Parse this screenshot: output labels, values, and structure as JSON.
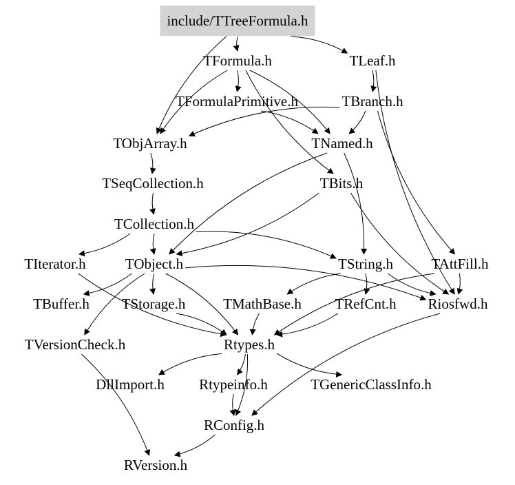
{
  "colors": {
    "background": "#ffffff",
    "root_fill": "#d3d3d3",
    "edge": "#000000",
    "text": "#000000"
  },
  "nodes": {
    "root": "include/TTreeFormula.h",
    "tformula": "TFormula.h",
    "tleaf": "TLeaf.h",
    "tformulaprimitive": "TFormulaPrimitive.h",
    "tbranch": "TBranch.h",
    "tobjarray": "TObjArray.h",
    "tnamed": "TNamed.h",
    "tseqcollection": "TSeqCollection.h",
    "tbits": "TBits.h",
    "tcollection": "TCollection.h",
    "titerator": "TIterator.h",
    "tobject": "TObject.h",
    "tstring": "TString.h",
    "tattfill": "TAttFill.h",
    "tbuffer": "TBuffer.h",
    "tstorage": "TStorage.h",
    "tmathbase": "TMathBase.h",
    "trefcnt": "TRefCnt.h",
    "riosfwd": "Riosfwd.h",
    "tversioncheck": "TVersionCheck.h",
    "rtypes": "Rtypes.h",
    "dllimport": "DllImport.h",
    "rtypeinfo": "Rtypeinfo.h",
    "tgenericclassinfo": "TGenericClassInfo.h",
    "rconfig": "RConfig.h",
    "rversion": "RVersion.h"
  },
  "edges": [
    [
      "root",
      "tformula"
    ],
    [
      "root",
      "tleaf"
    ],
    [
      "root",
      "tobjarray"
    ],
    [
      "tformula",
      "tformulaprimitive"
    ],
    [
      "tformula",
      "tobjarray"
    ],
    [
      "tformula",
      "tnamed"
    ],
    [
      "tformula",
      "tbits"
    ],
    [
      "tleaf",
      "tbranch"
    ],
    [
      "tleaf",
      "riosfwd"
    ],
    [
      "tformulaprimitive",
      "tnamed"
    ],
    [
      "tbranch",
      "tobjarray"
    ],
    [
      "tbranch",
      "tnamed"
    ],
    [
      "tbranch",
      "tattfill"
    ],
    [
      "tobjarray",
      "tseqcollection"
    ],
    [
      "tnamed",
      "tobject"
    ],
    [
      "tnamed",
      "tstring"
    ],
    [
      "tseqcollection",
      "tcollection"
    ],
    [
      "tbits",
      "tobject"
    ],
    [
      "tbits",
      "riosfwd"
    ],
    [
      "tcollection",
      "titerator"
    ],
    [
      "tcollection",
      "tobject"
    ],
    [
      "tcollection",
      "tstring"
    ],
    [
      "titerator",
      "rtypes"
    ],
    [
      "tobject",
      "tbuffer"
    ],
    [
      "tobject",
      "tstorage"
    ],
    [
      "tobject",
      "rtypes"
    ],
    [
      "tobject",
      "tversioncheck"
    ],
    [
      "tobject",
      "riosfwd"
    ],
    [
      "tstring",
      "tmathbase"
    ],
    [
      "tstring",
      "trefcnt"
    ],
    [
      "tstring",
      "riosfwd"
    ],
    [
      "tattfill",
      "riosfwd"
    ],
    [
      "tattfill",
      "rtypes"
    ],
    [
      "tstorage",
      "rtypes"
    ],
    [
      "tmathbase",
      "rtypes"
    ],
    [
      "trefcnt",
      "rtypes"
    ],
    [
      "riosfwd",
      "rconfig"
    ],
    [
      "tversioncheck",
      "rversion"
    ],
    [
      "rtypes",
      "dllimport"
    ],
    [
      "rtypes",
      "rtypeinfo"
    ],
    [
      "rtypes",
      "tgenericclassinfo"
    ],
    [
      "rtypes",
      "rconfig"
    ],
    [
      "rtypeinfo",
      "rconfig"
    ],
    [
      "rconfig",
      "rversion"
    ]
  ]
}
